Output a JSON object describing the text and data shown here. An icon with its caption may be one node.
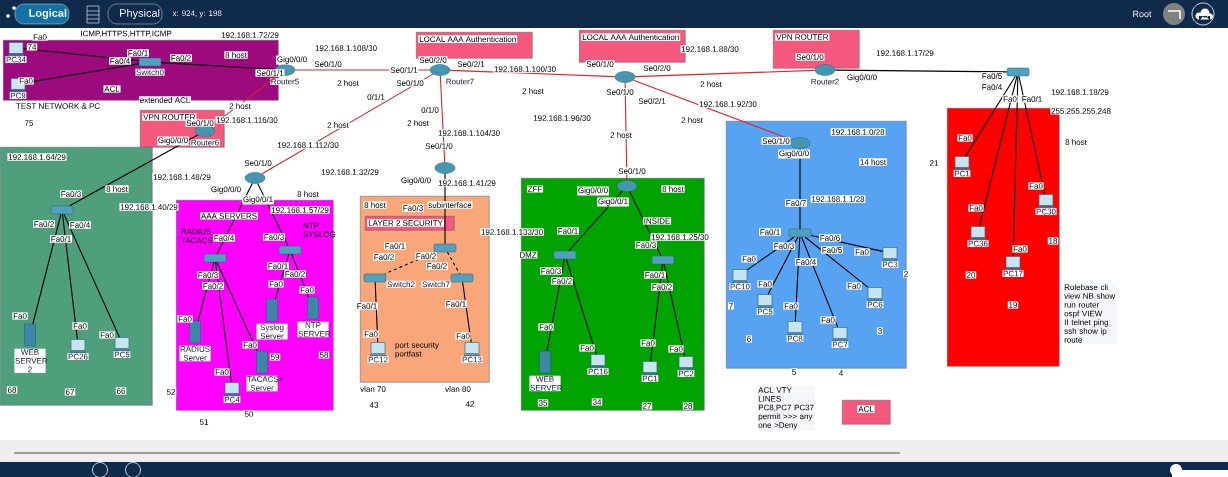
{
  "diagram": {
    "nodes": [
      {
        "text": [],
        "shape": "box"
      },
      {
        "text": [
          "VPN ROUTER"
        ]
      },
      {
        "text": [],
        "shape": "box"
      },
      {
        "text": [],
        "shape": "box"
      },
      {
        "text": [],
        "shape": "box"
      },
      {
        "text": [
          "LAYER 2 SECURITY"
        ],
        "in": 4
      },
      {
        "text": [],
        "shape": "box"
      },
      {
        "text": [],
        "shape": "box"
      },
      {
        "text": [],
        "shape": "box"
      },
      {
        "text": [
          "LOCAL AAA Authentication"
        ]
      },
      {
        "text": [
          "LOCAL AAA Authentication"
        ]
      },
      {
        "text": [
          "VPN ROUTER"
        ]
      },
      {
        "text": [
          "ACL"
        ]
      },
      {
        "text": [
          "PC34"
        ],
        "in": 0
      },
      {
        "text": [
          "PC9"
        ],
        "in": 0
      },
      {
        "text": [
          "Switch0"
        ],
        "in": 0
      },
      {
        "text": [
          "Router5"
        ]
      },
      {
        "text": [
          "Router6"
        ],
        "in": 1
      },
      {
        "text": [],
        "shape": "switch",
        "in": 2
      },
      {
        "text": [
          "WEB SERVER 2"
        ],
        "in": 2
      },
      {
        "text": [
          "PC26"
        ],
        "in": 2
      },
      {
        "text": [
          "PC5"
        ],
        "in": 2
      },
      {
        "text": [],
        "shape": "router"
      },
      {
        "text": [],
        "shape": "switch",
        "in": 3
      },
      {
        "text": [],
        "shape": "switch",
        "in": 3
      },
      {
        "text": [
          "RADIUS Server"
        ],
        "in": 3
      },
      {
        "text": [
          "PC4"
        ],
        "in": 3
      },
      {
        "text": [
          "TACACS+ Server"
        ],
        "in": 3
      },
      {
        "text": [
          "Syslog Server"
        ],
        "in": 3
      },
      {
        "text": [
          "NTP SERVER"
        ],
        "in": 3
      },
      {
        "text": [
          "Router7"
        ]
      },
      {
        "text": [],
        "shape": "router"
      },
      {
        "text": [],
        "shape": "switch",
        "in": 4
      },
      {
        "text": [
          "Switch2"
        ],
        "in": 4
      },
      {
        "text": [
          "Switch7"
        ],
        "in": 4
      },
      {
        "text": [
          "PC12"
        ],
        "in": 4
      },
      {
        "text": [
          "PC13"
        ],
        "in": 4
      },
      {
        "text": [],
        "shape": "router"
      },
      {
        "text": [],
        "shape": "router",
        "in": 6
      },
      {
        "text": [],
        "shape": "switch",
        "in": 6
      },
      {
        "text": [],
        "shape": "switch",
        "in": 6
      },
      {
        "text": [
          "WEB SERVER"
        ],
        "in": 6
      },
      {
        "text": [
          "PC16"
        ],
        "in": 6
      },
      {
        "text": [
          "PC1"
        ],
        "in": 6
      },
      {
        "text": [
          "PC2"
        ],
        "in": 6
      },
      {
        "text": [
          "Router2"
        ]
      },
      {
        "text": [],
        "shape": "router",
        "in": 7
      },
      {
        "text": [],
        "shape": "switch",
        "in": 7
      },
      {
        "text": [
          "PC10"
        ],
        "in": 7
      },
      {
        "text": [
          "PC5"
        ],
        "in": 7
      },
      {
        "text": [
          "PC8"
        ],
        "in": 7
      },
      {
        "text": [
          "PC7"
        ],
        "in": 7
      },
      {
        "text": [
          "PC6"
        ],
        "in": 7
      },
      {
        "text": [
          "PC3"
        ],
        "in": 7
      },
      {
        "text": [],
        "shape": "switch"
      },
      {
        "text": [
          "PC1"
        ],
        "in": 8
      },
      {
        "text": [
          "PC36"
        ],
        "in": 8
      },
      {
        "text": [
          "PC17"
        ],
        "in": 8
      },
      {
        "text": [
          "PC30"
        ],
        "in": 8
      }
    ],
    "edges": [
      {
        "from": 13,
        "to": 15,
        "arrow": "none"
      },
      {
        "from": 14,
        "to": 15,
        "arrow": "none"
      },
      {
        "from": 15,
        "to": 16,
        "arrow": "none"
      },
      {
        "from": 16,
        "to": 30,
        "arrow": "none",
        "color": "#e02424"
      },
      {
        "from": 16,
        "to": 17,
        "arrow": "none",
        "color": "#e02424"
      },
      {
        "from": 17,
        "to": 18,
        "arrow": "none"
      },
      {
        "from": 30,
        "to": 22,
        "arrow": "none",
        "color": "#e02424"
      },
      {
        "from": 30,
        "to": 37,
        "arrow": "none",
        "color": "#e02424"
      },
      {
        "from": 30,
        "to": 31,
        "arrow": "none",
        "color": "#e02424"
      },
      {
        "from": 22,
        "to": 23,
        "arrow": "none"
      },
      {
        "from": 22,
        "to": 24,
        "arrow": "none"
      },
      {
        "from": 23,
        "to": 25,
        "arrow": "none"
      },
      {
        "from": 23,
        "to": 26,
        "arrow": "none"
      },
      {
        "from": 23,
        "to": 27,
        "arrow": "none"
      },
      {
        "from": 24,
        "to": 28,
        "arrow": "none"
      },
      {
        "from": 24,
        "to": 29,
        "arrow": "none"
      },
      {
        "from": 18,
        "to": 19,
        "arrow": "none"
      },
      {
        "from": 18,
        "to": 20,
        "arrow": "none"
      },
      {
        "from": 18,
        "to": 21,
        "arrow": "none"
      },
      {
        "from": 31,
        "to": 32,
        "arrow": "none"
      },
      {
        "from": 32,
        "to": 33,
        "arrow": "none",
        "style": "dashed"
      },
      {
        "from": 32,
        "to": 34,
        "arrow": "none",
        "style": "dashed"
      },
      {
        "from": 33,
        "to": 35,
        "arrow": "none"
      },
      {
        "from": 34,
        "to": 36,
        "arrow": "none"
      },
      {
        "from": 37,
        "to": 45,
        "arrow": "none",
        "color": "#e02424"
      },
      {
        "from": 37,
        "to": 38,
        "arrow": "none",
        "color": "#e02424"
      },
      {
        "from": 37,
        "to": 46,
        "arrow": "none",
        "color": "#e02424"
      },
      {
        "from": 38,
        "to": 39,
        "arrow": "none"
      },
      {
        "from": 38,
        "to": 40,
        "arrow": "none"
      },
      {
        "from": 39,
        "to": 41,
        "arrow": "none"
      },
      {
        "from": 39,
        "to": 42,
        "arrow": "none"
      },
      {
        "from": 40,
        "to": 43,
        "arrow": "none"
      },
      {
        "from": 40,
        "to": 44,
        "arrow": "none"
      },
      {
        "from": 45,
        "to": 54,
        "arrow": "none"
      },
      {
        "from": 46,
        "to": 47,
        "arrow": "none"
      },
      {
        "from": 47,
        "to": 48,
        "arrow": "none"
      },
      {
        "from": 47,
        "to": 49,
        "arrow": "none"
      },
      {
        "from": 47,
        "to": 50,
        "arrow": "none"
      },
      {
        "from": 47,
        "to": 51,
        "arrow": "none"
      },
      {
        "from": 47,
        "to": 52,
        "arrow": "none"
      },
      {
        "from": 47,
        "to": 53,
        "arrow": "none"
      },
      {
        "from": 54,
        "to": 55,
        "arrow": "none"
      },
      {
        "from": 54,
        "to": 56,
        "arrow": "none"
      },
      {
        "from": 54,
        "to": 57,
        "arrow": "none"
      },
      {
        "from": 54,
        "to": 58,
        "arrow": "none"
      }
    ],
    "labels": [
      "Logical",
      "Physical",
      "x: 924, y: 198",
      "Root",
      "Fa0",
      "ICMP,HTTPS,HTTP,ICMP",
      "192.168.1.72/29",
      "74",
      "Fa0/1",
      "Fa0/4",
      "Fa0/2",
      "8 host",
      "Fa0",
      "ACL",
      "extended ACL",
      "TEST NETWORK & PC",
      "75",
      "192.168.1.108/30",
      "Gig0/0/0",
      "Se0/1/0",
      "Se0/1/1",
      "2 host",
      "2 host",
      "Se0/1/0",
      "192.168.1.116/30",
      "Gig0/0/0",
      "0/1/1",
      "2 host",
      "192.168.1.112/30",
      "192.168.1.64/29",
      "192.168.1.48/29",
      "Se0/1/0",
      "Gig0/0/0",
      "Gig0/0/1",
      "8 host",
      "Fa0/3",
      "192.168.1.40/29",
      "8 host",
      "192.168.1.32/29",
      "AAA SERVERS",
      "192.168.1.57/29",
      "RADIUS TACACS+",
      "Fa0/4",
      "NTP SYSLOG",
      "Fa0/3",
      "Fa0/2",
      "Fa0/4",
      "Fa0/1",
      "Fa0/3",
      "Fa0/2",
      "Fa0/1",
      "Fa0/2",
      "Fa0",
      "Fa0",
      "Fa0",
      "Fa0",
      "Fa0",
      "59",
      "58",
      "52",
      "51",
      "50",
      "Fa0",
      "Fa0",
      "Fa0",
      "68",
      "67",
      "66",
      "Se0/2/0",
      "Se0/2/1",
      "Se0/1/1",
      "Se0/1/0",
      "192.168.1.100/30",
      "2 host",
      "0/1/0",
      "2 host",
      "192.168.1.104/30",
      "Se0/1/0",
      "Gig0/0/0",
      "192.168.1.41/29",
      "192.168.1.96/30",
      "Se0/1/0",
      "Se0/2/0",
      "Se0/1/0",
      "Se0/2/1",
      "2 host",
      "192.168.1.88/30",
      "2 host",
      "192.168.1.92/30",
      "2 host",
      "8 host",
      "Fa0/3",
      "subinterface",
      "Fa0/1",
      "Fa0/2",
      "Fa0/2",
      "Fa0/2",
      "Fa0/1",
      "Fa0/1",
      "Fa0",
      "Fa0",
      "port security portfast",
      "vlan 70",
      "43",
      "vlan 80",
      "42",
      "Se0/1/0",
      "ZFF",
      "Gig0/0/0",
      "Gig0/0/1",
      "8 host",
      "INSIDE",
      "192.168.1.133/30",
      "Fa0/1",
      "192.168.1.25/30",
      "DMZ",
      "Fa0/3",
      "Fa0/3",
      "Fa0/2",
      "Fa0/1",
      "Fa0/2",
      "Fa0",
      "Fa0",
      "Fa0",
      "Fa0",
      "35",
      "34",
      "27",
      "28",
      "Se0/1/0",
      "Gig0/0/0",
      "192.168.1.0/28",
      "14 host",
      "Fa0/7",
      "192.168.1.1/28",
      "Fa0/1",
      "Fa0/3",
      "Fa0/6",
      "Fa0/5",
      "Fa0",
      "Fa0/4",
      "Fa0",
      "Fa0",
      "Fa0",
      "Fa0",
      "Fa0",
      "7",
      "6",
      "2",
      "3",
      "5",
      "4",
      "Se0/1/0",
      "Gig0/0/0",
      "192.168.1.17/29",
      "Fa0/5",
      "Fa0/4",
      "Fa0",
      "Fa0/1",
      "192.168.1.18/29",
      "255.255.255.248",
      "8 host",
      "21",
      "Fa0",
      "Fa0",
      "Fa0",
      "Fa0",
      "18",
      "20",
      "19",
      "Rolebase cli view NB show run router ospf VIEW II telnet ping ssh show ip route",
      "ACL VTY LINES PC8,PC7 PC37 permit >>> any one >Deny"
    ]
  }
}
